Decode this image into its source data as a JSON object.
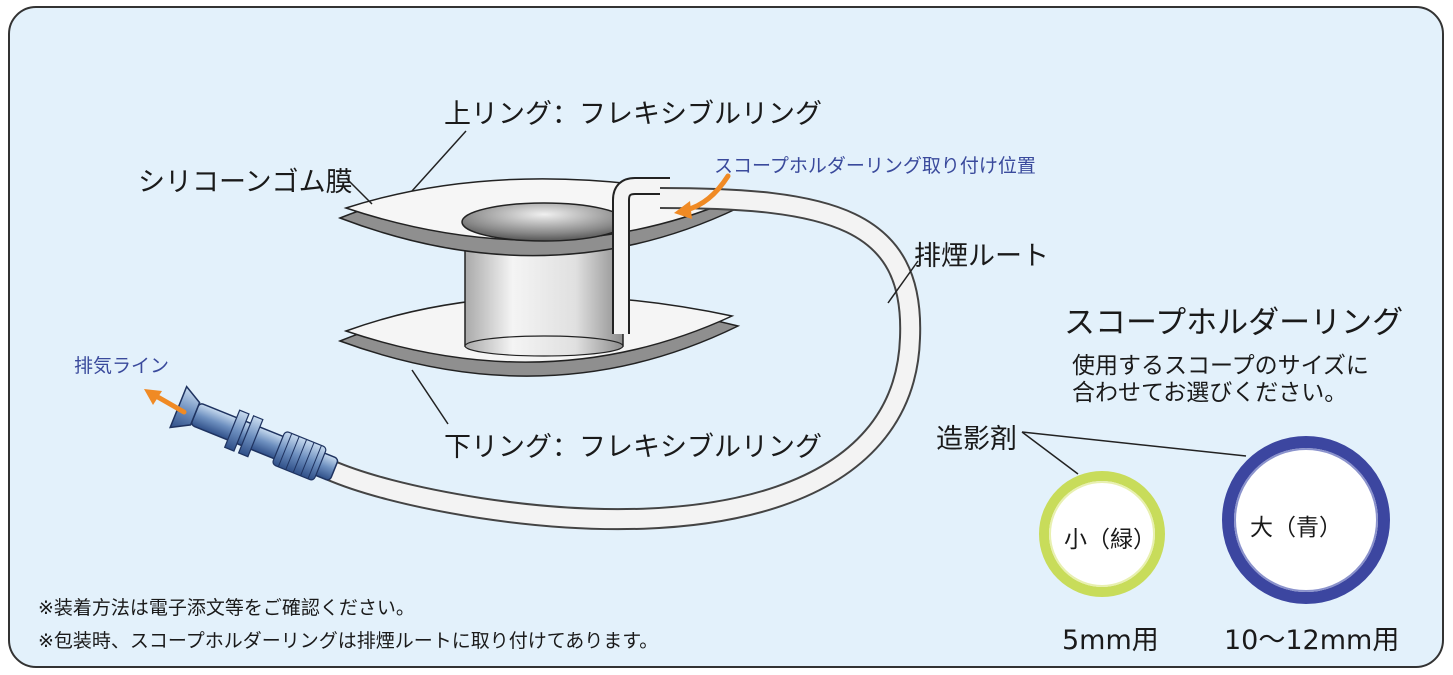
{
  "labels": {
    "upper_ring": "上リング：フレキシブルリング",
    "lower_ring": "下リング：フレキシブルリング",
    "silicone": "シリコーンゴム膜",
    "holder_position": "スコープホルダーリング取り付け位置",
    "exhaust_route": "排煙ルート",
    "exhaust_line": "排気ライン"
  },
  "holder_ring": {
    "title": "スコープホルダーリング",
    "instruction_line1": "使用するスコープのサイズに",
    "instruction_line2": "合わせてお選びください。",
    "contrast_agent": "造影剤",
    "small_label": "小（緑）",
    "large_label": "大（青）",
    "small_size": "5mm用",
    "large_size": "10〜12mm用",
    "small_color": "#c8dc5a",
    "large_color": "#3c46a0"
  },
  "notes": [
    "※装着方法は電子添文等をご確認ください。",
    "※包装時、スコープホルダーリングは排煙ルートに取り付けてあります。"
  ],
  "colors": {
    "background": "#e3f1fb",
    "arrow": "#f08a24",
    "label_blue": "#3a4a9c"
  }
}
